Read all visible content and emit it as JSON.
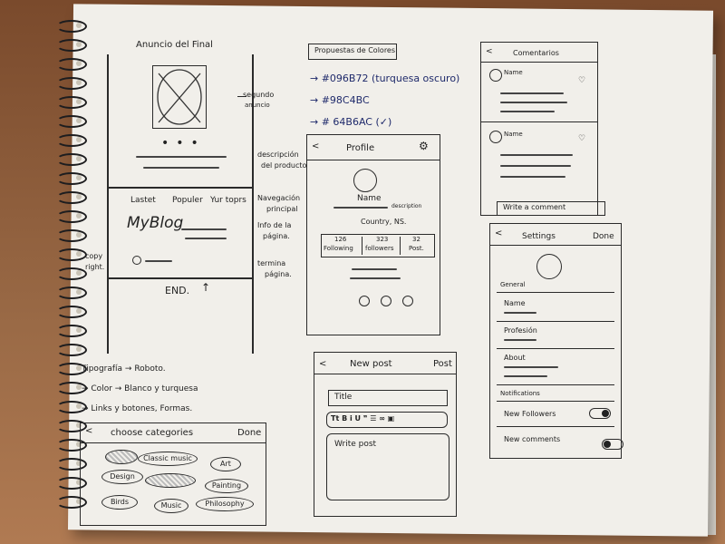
{
  "left_page": {
    "title": "Anuncio del Final",
    "annotations": {
      "segundo": "segundo",
      "anuncio": "anuncio",
      "descripcion": "descripción",
      "del_producto": "del producto",
      "navegacion": "Navegación",
      "principal": "principal",
      "info": "Info de la",
      "pagina": "página.",
      "termina": "termina",
      "pagina2": "página.",
      "copy": "copy",
      "right": "right."
    },
    "nav": [
      "Lastet",
      "Populer",
      "Yur toprs"
    ],
    "blog": "MyBlog",
    "end": "END."
  },
  "colors": {
    "title": "Propuestas de Colores",
    "c1": "→ #096B72 (turquesa oscuro)",
    "c2": "→ #98C4BC",
    "c3": "→ # 64B6AC (✓)",
    "swatch1": "#096B72",
    "swatch2": "#98C4BC",
    "swatch3": "#64B6AC"
  },
  "profile": {
    "title": "Profile",
    "back": "<",
    "name": "Name",
    "desc": "description",
    "location": "Country, NS.",
    "stats": [
      {
        "num": "126",
        "label": "Following"
      },
      {
        "num": "323",
        "label": "followers"
      },
      {
        "num": "32",
        "label": "Post."
      }
    ]
  },
  "comments": {
    "title": "Comentarios",
    "back": "<",
    "name1": "Name",
    "name2": "Name",
    "write": "Write a comment"
  },
  "settings": {
    "back": "<",
    "title": "Settings",
    "done": "Done",
    "general": "General",
    "name": "Name",
    "profession": "Profesión",
    "about": "About",
    "notifications": "Notifications",
    "new_followers": "New Followers",
    "new_comments": "New comments"
  },
  "new_post": {
    "back": "<",
    "title": "New post",
    "post": "Post",
    "title_field": "Title",
    "toolbar": "Tt B i U ❞ ☰ ∞ ▣",
    "write": "Write post"
  },
  "notes": {
    "n1": "Tipografía → Roboto.",
    "n2": "→ Color → Blanco y turquesa",
    "n3": "→ Links y botones, Formas."
  },
  "categories": {
    "back": "<",
    "title": "choose categories",
    "done": "Done",
    "items": [
      "Classic music",
      "Art",
      "Design",
      "Painting",
      "Birds",
      "Music",
      "Philosophy"
    ]
  }
}
